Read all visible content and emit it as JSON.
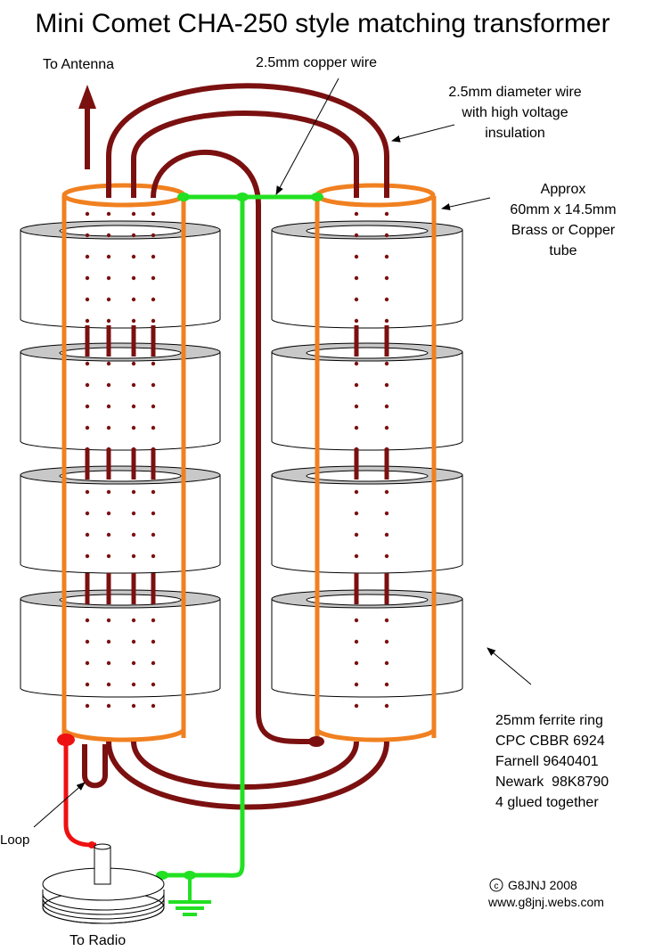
{
  "title": "Mini Comet CHA-250 style matching transformer",
  "labels": {
    "to_antenna": "To Antenna",
    "copper_wire": "2.5mm copper wire",
    "insulated_wire": [
      "2.5mm diameter wire",
      "with high voltage",
      "insulation"
    ],
    "tube": [
      "Approx",
      "60mm x 14.5mm",
      "Brass or Copper",
      "tube"
    ],
    "ferrite": [
      "25mm ferrite ring",
      "CPC CBBR 6924",
      "Farnell 9640401",
      "Newark  98K8790",
      "4 glued together"
    ],
    "loop": "Loop",
    "to_radio": "To Radio",
    "copyright": "G8JNJ 2008",
    "website": "www.g8jnj.webs.com"
  },
  "colors": {
    "brown_wire": "#7b1010",
    "orange_tube": "#f08020",
    "green_wire": "#22e022",
    "red_wire": "#ee1111",
    "ferrite_fill": "#ffffff",
    "ferrite_top": "#c8c8c8"
  }
}
